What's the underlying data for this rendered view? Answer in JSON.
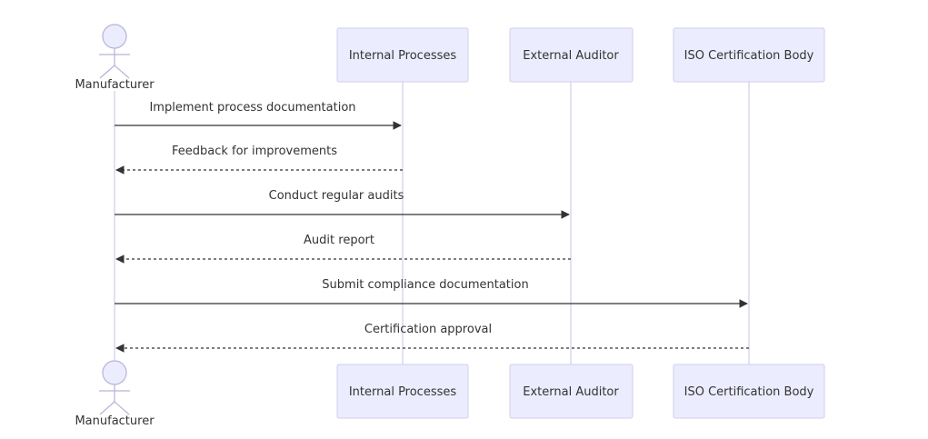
{
  "diagram": {
    "type": "sequence",
    "actor": {
      "id": "manufacturer",
      "label": "Manufacturer"
    },
    "participants": [
      {
        "id": "internal",
        "label": "Internal Processes"
      },
      {
        "id": "auditor",
        "label": "External Auditor"
      },
      {
        "id": "iso",
        "label": "ISO Certification Body"
      }
    ],
    "messages": [
      {
        "from": "manufacturer",
        "to": "internal",
        "text": "Implement process documentation",
        "style": "solid"
      },
      {
        "from": "internal",
        "to": "manufacturer",
        "text": "Feedback for improvements",
        "style": "dashed"
      },
      {
        "from": "manufacturer",
        "to": "auditor",
        "text": "Conduct regular audits",
        "style": "solid"
      },
      {
        "from": "auditor",
        "to": "manufacturer",
        "text": "Audit report",
        "style": "dashed"
      },
      {
        "from": "manufacturer",
        "to": "iso",
        "text": "Submit compliance documentation",
        "style": "solid"
      },
      {
        "from": "iso",
        "to": "manufacturer",
        "text": "Certification approval",
        "style": "dashed"
      }
    ],
    "colors": {
      "participant_fill": "#ECECFF",
      "participant_stroke": "#CFCFE8",
      "lifeline": "#CFCFE8",
      "arrow": "#333333",
      "text": "#333333"
    }
  }
}
